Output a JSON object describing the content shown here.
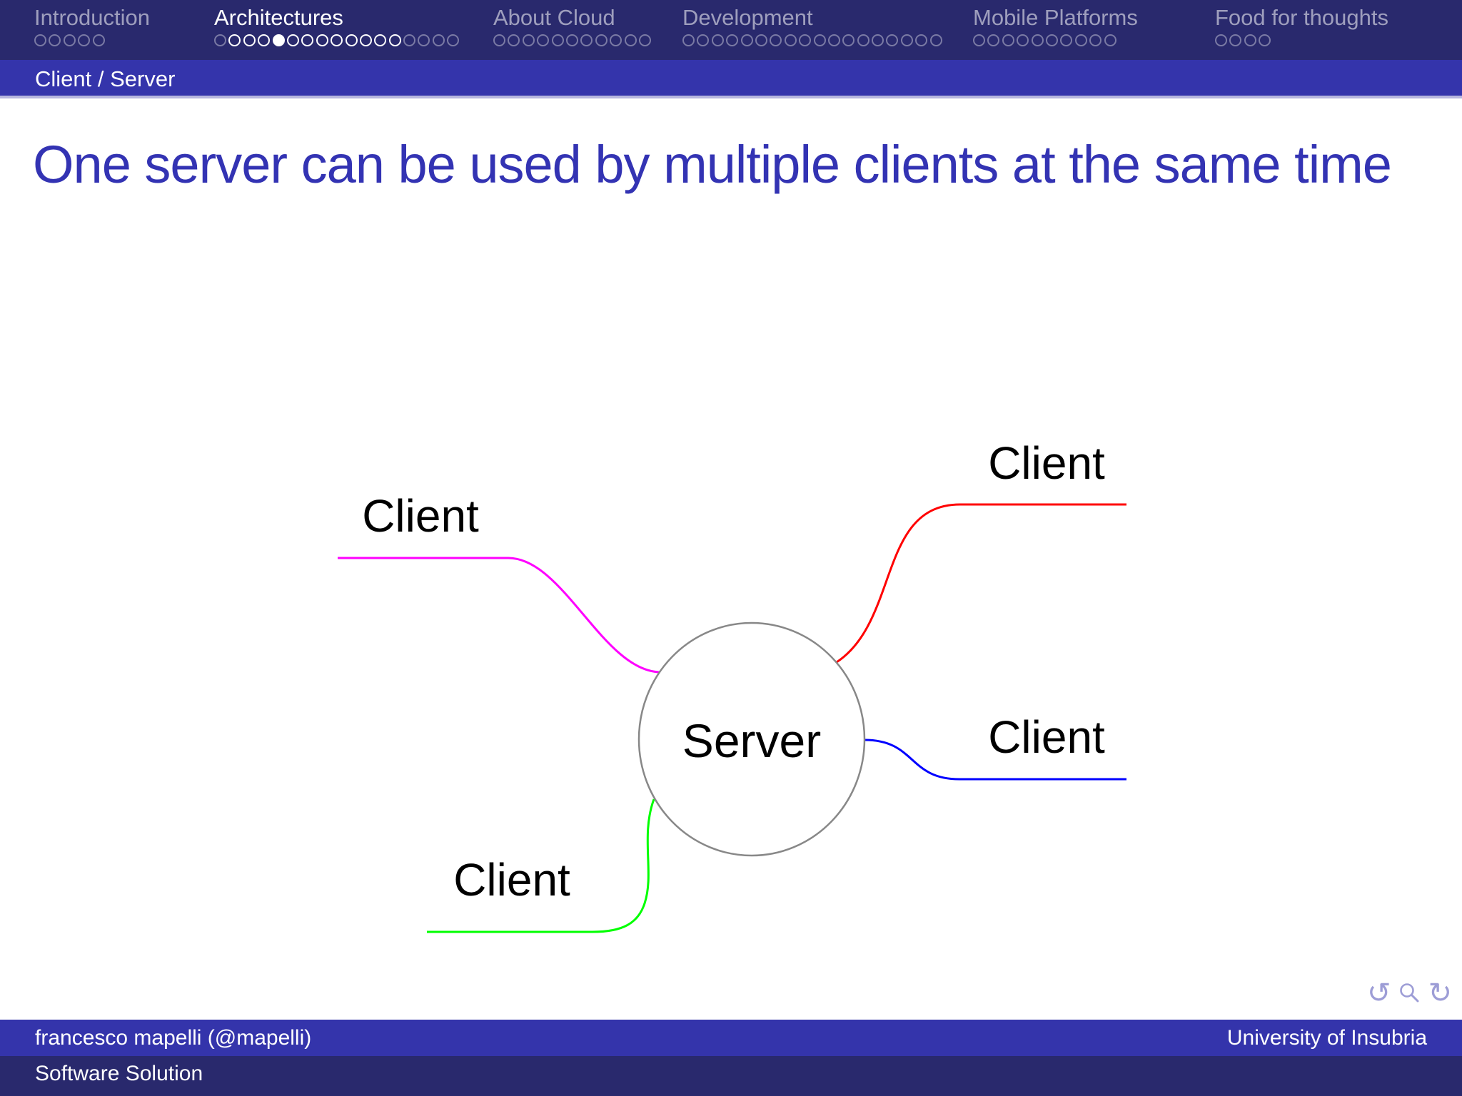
{
  "slide": {
    "title": "One server can be used by multiple clients at the same time",
    "subsection": "Client / Server"
  },
  "nav": {
    "sections": [
      {
        "label": "Introduction",
        "active": false,
        "dots": "ooooo"
      },
      {
        "label": "Architectures",
        "active": true,
        "dots": "oOOOXOOOOOOOOoooo"
      },
      {
        "label": "About Cloud",
        "active": false,
        "dots": "ooooooooooo"
      },
      {
        "label": "Development",
        "active": false,
        "dots": "oooooooooooooooooo"
      },
      {
        "label": "Mobile Platforms",
        "active": false,
        "dots": "oooooooooo"
      },
      {
        "label": "Food for thoughts",
        "active": false,
        "dots": "oooo"
      }
    ]
  },
  "diagram": {
    "server_label": "Server",
    "circle_stroke": "#888888",
    "clients": [
      {
        "label": "Client",
        "position": "top-left",
        "color": "#ff00ff"
      },
      {
        "label": "Client",
        "position": "top-right",
        "color": "#ff0000"
      },
      {
        "label": "Client",
        "position": "right",
        "color": "#0000ff"
      },
      {
        "label": "Client",
        "position": "bottom-left",
        "color": "#00ff00"
      }
    ]
  },
  "nav_symbols": {
    "undo_glyph": "↺",
    "redo_glyph": "↻",
    "color": "#9d9dd6"
  },
  "footer": {
    "author": "francesco mapelli (@mapelli)",
    "institute": "University of Insubria",
    "short_title": "Software Solution"
  },
  "colors": {
    "bar_dark": "#29296d",
    "bar_mid": "#3434ab",
    "separator": "#b6b6de",
    "title_blue": "#3333b3"
  }
}
